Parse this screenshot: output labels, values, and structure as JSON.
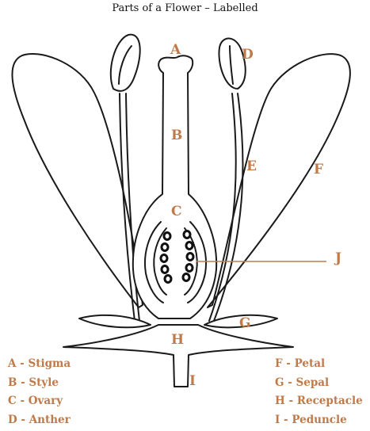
{
  "title": "Parts of a Flower – Labelled",
  "label_color": "#c07a4a",
  "labels": {
    "A": "A",
    "B": "B",
    "C": "C",
    "D": "D",
    "E": "E",
    "F": "F",
    "G": "G",
    "H": "H",
    "I": "I",
    "J": "J"
  },
  "legend_left": [
    "A - Stigma",
    "B - Style",
    "C - Ovary",
    "D - Anther"
  ],
  "legend_right": [
    "F - Petal",
    "G - Sepal",
    "H - Receptacle",
    "I - Peduncle"
  ]
}
